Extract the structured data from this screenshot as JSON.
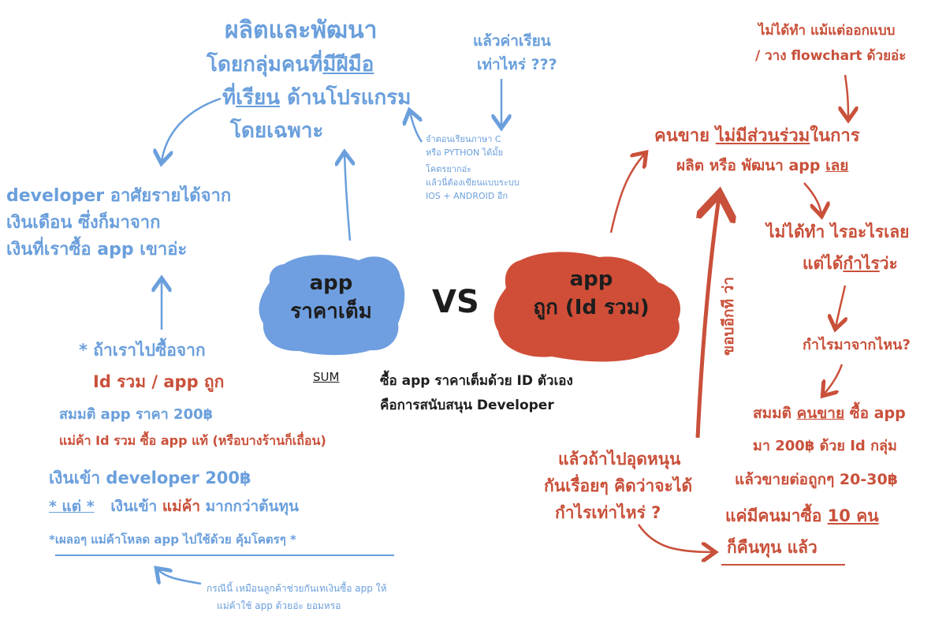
{
  "colors": {
    "blue": "#6a9fdc",
    "red": "#c9503a",
    "blob_blue": "#6f9fe0",
    "blob_red": "#d04e38",
    "ink": "#1d1d1d"
  },
  "center": {
    "left_blob": {
      "line1": "app",
      "line2": "ราคาเต็ม"
    },
    "vs": "VS",
    "right_blob": {
      "line1": "app",
      "line2": "ถูก (Id รวม)"
    },
    "sum_label": "SUM",
    "sum_line1": "ซื้อ app ราคาเต็มด้วย ID ตัวเอง",
    "sum_line2": "คือการสนับสนุน Developer"
  },
  "blue_side": {
    "top_line1": "ผลิตและพัฒนา",
    "top_line2a": "โดยกลุ่มคนที่",
    "top_line2b": "มีฝีมือ",
    "top_line3a": "ที่",
    "top_line3b": "เรียน",
    "top_line3c": "ด้านโปรแกรม",
    "top_line4": "โดยเฉพาะ",
    "tuition_q1": "แล้วค่าเรียน",
    "tuition_q2": "เท่าไหร่ ???",
    "small_notes": [
      "จำตอนเรียนภาษา C",
      "หรือ PYTHON ได้มั้ย",
      "โคตรยากอ่ะ",
      "แล้วนี่ต้องเขียนแบบระบบ",
      "IOS + ANDROID อีก"
    ],
    "dev_income": [
      "developer อาศัยรายได้จาก",
      "เงินเดือน ซึ่งก็มาจาก",
      "เงินที่เราซื้อ app เขาอ่ะ"
    ],
    "if_buy_line1": "* ถ้าเราไปซื้อจาก",
    "if_buy_line2": "Id รวม / app ถูก",
    "assume_line": "สมมติ app ราคา 200฿",
    "vendor_line": "แม่ค้า Id รวม ซื้อ app แท้ (หรือบางร้านก็เถื่อน)",
    "dev_money_line": "เงินเข้า developer 200฿",
    "but_prefix": "* แต่ *",
    "but_text_a": "เงินเข้า",
    "but_text_b": "แม่ค้า",
    "but_text_c": "มากกว่าต้นทุน",
    "bonus_line": "*เผลอๆ แม่ค้าโหลด app ไปใช้ด้วย คุ้มโคตรๆ *",
    "footnote1": "กรณีนี้ เหมือนลูกค้าช่วยกันเทเงินซื้อ app ให้",
    "footnote2": "แม่ค้าใช้ app ด้วยอ่ะ ยอมหรอ"
  },
  "red_side": {
    "top_note1": "ไม่ได้ทำ แม้แต่ออกแบบ",
    "top_note2": "/ วาง flowchart ด้วยอ่ะ",
    "seller_a": "คนขาย",
    "seller_b": "ไม่มีส่วนร่วม",
    "seller_c": "ในการ",
    "seller_d": "ผลิต หรือ พัฒนา app",
    "seller_e": "เลย",
    "nothing1": "ไม่ได้ทำ ไรอะไรเลย",
    "nothing2a": "แต่ได้",
    "nothing2b": "กำไร",
    "nothing2c": "ว่ะ",
    "profit_q": "กำไรมาจากไหน?",
    "assume_a": "สมมติ",
    "assume_b": "คนขาย",
    "assume_c": "ซื้อ app",
    "assume_line2": "มา 200฿ ด้วย Id กลุ่ม",
    "resell": "แล้วขายต่อถูกๆ 20-30฿",
    "ten_a": "แค่มีคนมาซื้อ",
    "ten_b": "10 คน",
    "breakeven": "ก็คืนทุน แล้ว",
    "vertical": "ขอบอีกที ว่า",
    "bottom_q1": "แล้วถ้าไปอุดหนุน",
    "bottom_q2": "กันเรื่อยๆ คิดว่าจะได้",
    "bottom_q3": "กำไรเท่าไหร่ ?"
  }
}
